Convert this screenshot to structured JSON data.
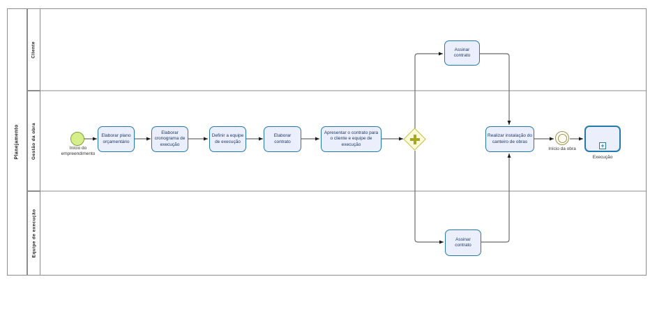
{
  "diagram_title": "Planejamento",
  "pool": {
    "label": "Planejamento"
  },
  "lanes": {
    "cliente": {
      "label": "Cliente"
    },
    "gestao": {
      "label": "Gestão da obra"
    },
    "equipe": {
      "label": "Equipe de execução"
    }
  },
  "events": {
    "start": {
      "label": "Início do empreendimento",
      "type": "start"
    },
    "inicio_da_obra": {
      "label": "Início da obra",
      "type": "intermediate"
    }
  },
  "gateway": {
    "type": "parallel",
    "name": "parallel-gateway"
  },
  "tasks": {
    "elaborar_plano": {
      "label": "Elaborar plano orçamentário"
    },
    "elaborar_cronograma": {
      "label": "Elaborar cronograma de execução"
    },
    "definir_equipe": {
      "label": "Definir a equipe de execução"
    },
    "elaborar_contrato": {
      "label": "Elaborar contrato"
    },
    "apresentar_contrato": {
      "label": "Apresentar o contrato para o cliente e equipe de execução"
    },
    "assinar_contrato_cliente": {
      "label": "Assinar contrato"
    },
    "assinar_contrato_equipe": {
      "label": "Assinar contrato"
    },
    "realizar_instalacao": {
      "label": "Realizar instalação do canteiro de obras"
    }
  },
  "subprocess": {
    "label": "Execução"
  },
  "icons": {
    "subprocess_plus": "+"
  },
  "colors": {
    "task_fill": "#EAEFFB",
    "task_border": "#2479AC",
    "task_text": "#1F3864",
    "start_fill": "#D7EF8B",
    "start_border": "#7FA13C",
    "gateway_fill": "#FBFAD9",
    "gateway_border": "#C2C13B",
    "gateway_plus": "#A6A526",
    "intermediate_border": "#9C9254",
    "intermediate_fill": "#FFFEF4",
    "flow_line": "#6B6B6B",
    "arrow_head": "#1A1A1A",
    "pool_border": "#8C8C8C",
    "label_text": "#1A1A1A"
  }
}
